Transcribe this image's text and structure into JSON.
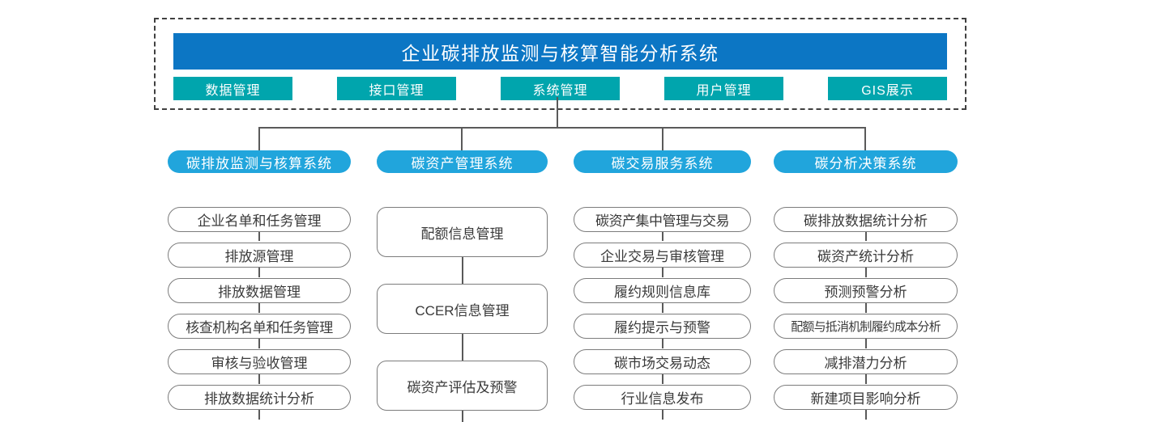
{
  "header": {
    "title": "企业碳排放监测与核算智能分析系统",
    "nav": [
      {
        "label": "数据管理"
      },
      {
        "label": "接口管理"
      },
      {
        "label": "系统管理"
      },
      {
        "label": "用户管理"
      },
      {
        "label": "GIS展示"
      }
    ]
  },
  "columns": [
    {
      "key": "carbon-emission-monitoring-accounting-system",
      "head": "碳排放监测与核算系统",
      "items": [
        {
          "label": "企业名单和任务管理"
        },
        {
          "label": "排放源管理"
        },
        {
          "label": "排放数据管理"
        },
        {
          "label": "核查机构名单和任务管理"
        },
        {
          "label": "审核与验收管理"
        },
        {
          "label": "排放数据统计分析"
        }
      ]
    },
    {
      "key": "carbon-asset-management-system",
      "head": "碳资产管理系统",
      "items": [
        {
          "label": "配额信息管理"
        },
        {
          "label": "CCER信息管理"
        },
        {
          "label": "碳资产评估及预警"
        }
      ]
    },
    {
      "key": "carbon-trading-service-system",
      "head": "碳交易服务系统",
      "items": [
        {
          "label": "碳资产集中管理与交易"
        },
        {
          "label": "企业交易与审核管理"
        },
        {
          "label": "履约规则信息库"
        },
        {
          "label": "履约提示与预警"
        },
        {
          "label": "碳市场交易动态"
        },
        {
          "label": "行业信息发布"
        }
      ]
    },
    {
      "key": "carbon-analysis-decision-system",
      "head": "碳分析决策系统",
      "items": [
        {
          "label": "碳排放数据统计分析"
        },
        {
          "label": "碳资产统计分析"
        },
        {
          "label": "预测预警分析"
        },
        {
          "label": "配额与抵消机制履约成本分析"
        },
        {
          "label": "减排潜力分析"
        },
        {
          "label": "新建项目影响分析"
        }
      ]
    }
  ],
  "colors": {
    "title_bar_blue": "#0C76C4",
    "nav_teal": "#00A5AD",
    "column_head_blue": "#21A5DC",
    "connector_gray": "#5A5A5A",
    "frame_dash_gray": "#404040",
    "node_border_gray": "#7C7C7C"
  }
}
